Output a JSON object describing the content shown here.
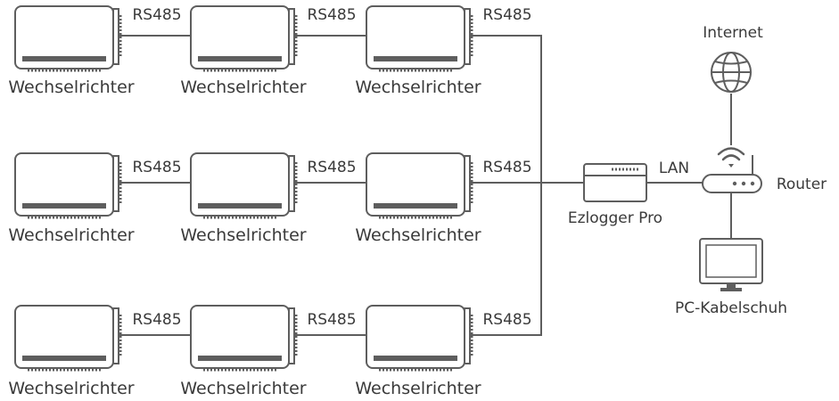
{
  "inverter_rows": [
    [
      {
        "label": "Wechselrichter"
      },
      {
        "label": "Wechselrichter"
      },
      {
        "label": "Wechselrichter"
      }
    ],
    [
      {
        "label": "Wechselrichter"
      },
      {
        "label": "Wechselrichter"
      },
      {
        "label": "Wechselrichter"
      }
    ],
    [
      {
        "label": "Wechselrichter"
      },
      {
        "label": "Wechselrichter"
      },
      {
        "label": "Wechselrichter"
      }
    ]
  ],
  "links": {
    "rs485": "RS485",
    "lan": "LAN"
  },
  "devices": {
    "logger": "Ezlogger Pro",
    "router": "Router",
    "internet": "Internet",
    "pc": "PC-Kabelschuh"
  },
  "colors": {
    "line": "#5e5e5e",
    "text": "#3a3a3a",
    "background": "#ffffff"
  }
}
